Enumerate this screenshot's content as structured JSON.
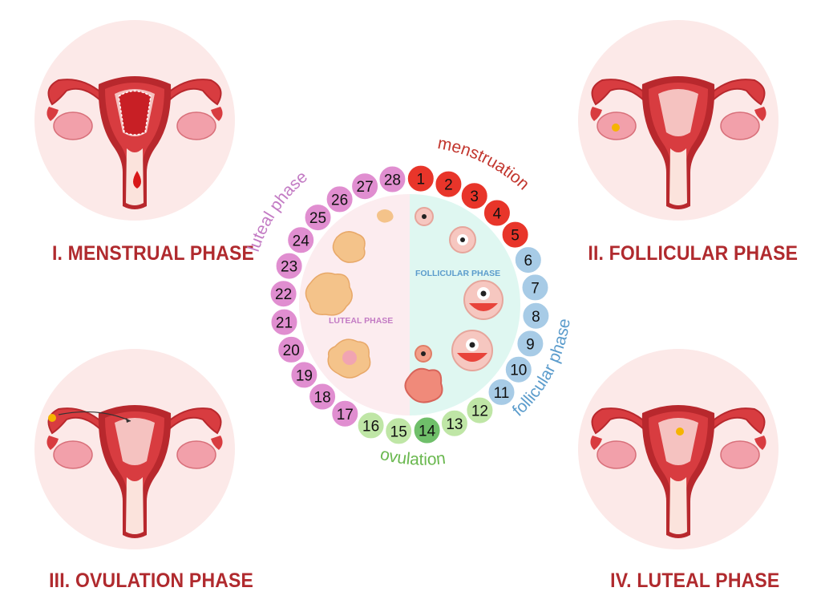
{
  "phases": [
    {
      "id": "menstrual",
      "label": "I. MENSTRUAL PHASE",
      "marker": "blood-drop"
    },
    {
      "id": "follicular",
      "label": "II. FOLLICULAR PHASE",
      "marker": "follicle-dot"
    },
    {
      "id": "ovulation",
      "label": "III. OVULATION PHASE",
      "marker": "egg-release"
    },
    {
      "id": "luteal",
      "label": "IV. LUTEAL PHASE",
      "marker": "egg-in-tube"
    }
  ],
  "cycle": {
    "arc_labels": {
      "menstruation": "menstruation",
      "follicular": "follicular phase",
      "ovulation": "ovulation",
      "luteal": "luteal phase"
    },
    "inner_labels": {
      "follicular": "FOLLICULAR PHASE",
      "luteal": "LUTEAL PHASE"
    },
    "days": [
      {
        "n": "1",
        "phase": "menstruation"
      },
      {
        "n": "2",
        "phase": "menstruation"
      },
      {
        "n": "3",
        "phase": "menstruation"
      },
      {
        "n": "4",
        "phase": "menstruation"
      },
      {
        "n": "5",
        "phase": "menstruation"
      },
      {
        "n": "6",
        "phase": "follicular"
      },
      {
        "n": "7",
        "phase": "follicular"
      },
      {
        "n": "8",
        "phase": "follicular"
      },
      {
        "n": "9",
        "phase": "follicular"
      },
      {
        "n": "10",
        "phase": "follicular"
      },
      {
        "n": "11",
        "phase": "follicular"
      },
      {
        "n": "12",
        "phase": "ovulation"
      },
      {
        "n": "13",
        "phase": "ovulation"
      },
      {
        "n": "14",
        "phase": "ovulation-peak"
      },
      {
        "n": "15",
        "phase": "ovulation"
      },
      {
        "n": "16",
        "phase": "ovulation"
      },
      {
        "n": "17",
        "phase": "luteal"
      },
      {
        "n": "18",
        "phase": "luteal"
      },
      {
        "n": "19",
        "phase": "luteal"
      },
      {
        "n": "20",
        "phase": "luteal"
      },
      {
        "n": "21",
        "phase": "luteal"
      },
      {
        "n": "22",
        "phase": "luteal"
      },
      {
        "n": "23",
        "phase": "luteal"
      },
      {
        "n": "24",
        "phase": "luteal"
      },
      {
        "n": "25",
        "phase": "luteal"
      },
      {
        "n": "26",
        "phase": "luteal"
      },
      {
        "n": "27",
        "phase": "luteal"
      },
      {
        "n": "28",
        "phase": "luteal"
      }
    ]
  },
  "colors": {
    "menstruation": "#e8352a",
    "follicular": "#a7cbe6",
    "ovulation": "#bfe6a6",
    "ovulation-peak": "#6fbf6a",
    "luteal": "#e08ed0",
    "menstruation_text": "#c2362e",
    "follicular_text": "#5b9ccc",
    "ovulation_text": "#6ab84f",
    "luteal_text": "#c37bc4",
    "phase_title": "#b02a2e",
    "circle_bg": "#fce9e8",
    "follicular_bg": "#dff7f1",
    "luteal_bg": "#fcecef",
    "uterus_dark": "#b8282d",
    "uterus_mid": "#d83c40",
    "uterus_light": "#f5c2c0",
    "ovary": "#f2a0aa"
  }
}
